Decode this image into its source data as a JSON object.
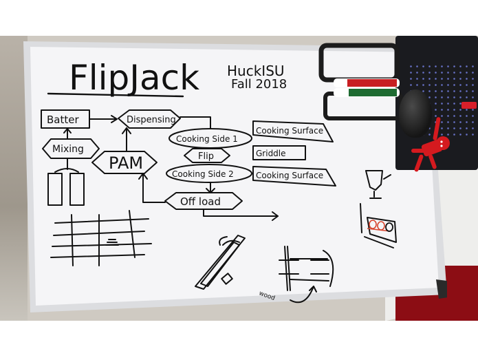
{
  "scene": {
    "description": "Photo of a whiteboard with a hand-drawn FlipJack process flowchart and sketches",
    "colors": {
      "background": "#ffffff",
      "board": "#f4f4f6",
      "ink": "#111111",
      "red_ink": "#d8452e",
      "frame": "#d9dadc"
    }
  },
  "header": {
    "title": "FlipJack",
    "team": "HuckISU",
    "term": "Fall 2018"
  },
  "flowchart": {
    "nodes": [
      {
        "id": "batter",
        "label": "Batter",
        "shape": "rectangle"
      },
      {
        "id": "mixing",
        "label": "Mixing",
        "shape": "hexagon"
      },
      {
        "id": "dispensing",
        "label": "Dispensing",
        "shape": "hexagon"
      },
      {
        "id": "pam",
        "label": "PAM",
        "shape": "hexagon"
      },
      {
        "id": "cooking_side_1",
        "label": "Cooking Side 1",
        "shape": "oval"
      },
      {
        "id": "flip",
        "label": "Flip",
        "shape": "hexagon"
      },
      {
        "id": "cooking_side_2",
        "label": "Cooking Side 2",
        "shape": "oval"
      },
      {
        "id": "off_load",
        "label": "Off load",
        "shape": "hexagon"
      }
    ],
    "edges": [
      [
        "mixing",
        "batter"
      ],
      [
        "batter",
        "dispensing"
      ],
      [
        "pam",
        "dispensing"
      ],
      [
        "dispensing",
        "cooking_side_1"
      ],
      [
        "cooking_side_1",
        "flip"
      ],
      [
        "flip",
        "cooking_side_2"
      ],
      [
        "cooking_side_2",
        "off_load"
      ],
      [
        "off_load",
        "pam"
      ]
    ],
    "annotations": [
      {
        "for": "cooking_side_1",
        "label": "Cooking Surface"
      },
      {
        "for": "flip",
        "label": "Griddle"
      },
      {
        "for": "cooking_side_2",
        "label": "Cooking Surface"
      }
    ]
  },
  "sketches": [
    {
      "id": "ingredient-containers",
      "description": "two tall containers feeding Mixing"
    },
    {
      "id": "grid-sketch",
      "description": "grid of crossing lines"
    },
    {
      "id": "conveyor-sketch",
      "description": "angled conveyor/track sketch"
    },
    {
      "id": "rack-sketch",
      "description": "rack frame with label",
      "label": "wood"
    },
    {
      "id": "cup-sketch",
      "description": "cup/funnel on stand"
    },
    {
      "id": "griddle-sketch",
      "description": "red-ink burners in a box"
    }
  ],
  "objects": {
    "markers": [
      "red marker",
      "green marker"
    ],
    "items": [
      "marker holder",
      "laptop keyboard",
      "computer mouse",
      "red robot toy"
    ]
  }
}
